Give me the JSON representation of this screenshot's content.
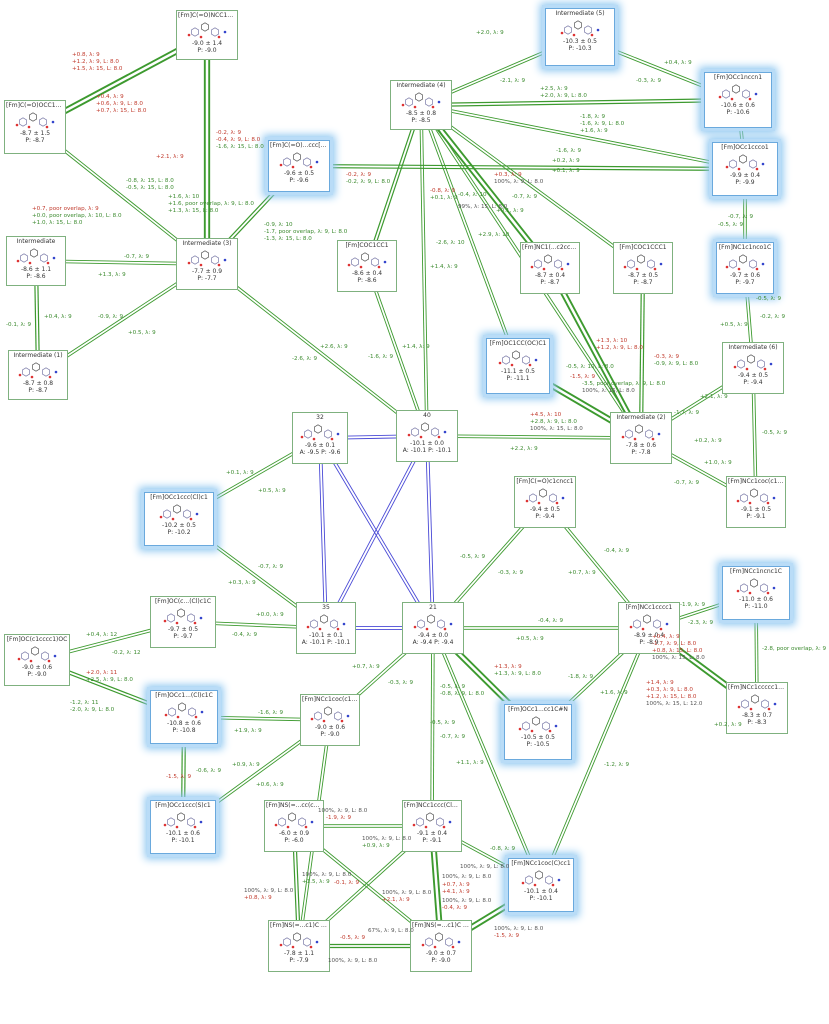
{
  "colors": {
    "edge": "#3d9a2f",
    "edge_blue": "#4a4ad6",
    "highlight": "#8cc6f0",
    "gain": "#3b8a2e",
    "loss": "#c0392b",
    "note": "#555555"
  },
  "nodes": [
    {
      "id": "n_top",
      "title": "[Fm]C(=O)NCC1CC1",
      "v1": "-9.0  ± 1.4",
      "v2": "P: -9.0",
      "hl": false
    },
    {
      "id": "n_int4",
      "title": "Intermediate (4)",
      "v1": "-8.5  ± 0.8",
      "v2": "P: -8.5",
      "hl": false
    },
    {
      "id": "n_int5",
      "title": "Intermediate (5)",
      "v1": "-10.3  ± 0.5",
      "v2": "P: -10.3",
      "hl": true
    },
    {
      "id": "n_cooc",
      "title": "[Fm]C(=O)OCC1CC1",
      "v1": "-8.7  ± 1.5",
      "v2": "P: -8.7",
      "hl": false
    },
    {
      "id": "n_occnn",
      "title": "[Fm]OCc1nccn1",
      "v1": "-10.6  ± 0.6",
      "v2": "P: -10.6",
      "hl": true
    },
    {
      "id": "n_ccc1",
      "title": "[Fm]C(=O)...ccc[nH]1",
      "v1": "-9.6  ± 0.5",
      "v2": "P: -9.6",
      "hl": true
    },
    {
      "id": "n_occ1",
      "title": "[Fm]OCc1ccco1",
      "v1": "-9.9  ± 0.4",
      "v2": "P: -9.9",
      "hl": true
    },
    {
      "id": "n_int_l",
      "title": "Intermediate",
      "v1": "-8.6  ± 1.1",
      "v2": "P: -8.6",
      "hl": false
    },
    {
      "id": "n_int3",
      "title": "Intermediate (3)",
      "v1": "-7.7  ± 0.9",
      "v2": "P: -7.7",
      "hl": false
    },
    {
      "id": "n_cocc",
      "title": "[Fm]COC1CC1",
      "v1": "-8.6  ± 0.4",
      "v2": "P: -8.6",
      "hl": false
    },
    {
      "id": "n_nc1",
      "title": "[Fm]NC1(...c2ccccc2",
      "v1": "-8.7  ± 0.4",
      "v2": "P: -8.7",
      "hl": false
    },
    {
      "id": "n_coccc",
      "title": "[Fm]COC1CCC1",
      "v1": "-8.7  ± 0.5",
      "v2": "P: -8.7",
      "hl": false
    },
    {
      "id": "n_ncnn",
      "title": "[Fm]NC1c1nco1C",
      "v1": "-9.7  ± 0.6",
      "v2": "P: -9.7",
      "hl": true
    },
    {
      "id": "n_int1",
      "title": "Intermediate (1)",
      "v1": "-8.7  ± 0.8",
      "v2": "P: -8.7",
      "hl": false
    },
    {
      "id": "n_occc",
      "title": "[Fm]OC1CC(OC)C1",
      "v1": "-11.1  ± 0.5",
      "v2": "P: -11.1",
      "hl": true
    },
    {
      "id": "n_int6",
      "title": "Intermediate (6)",
      "v1": "-9.4  ± 0.5",
      "v2": "P: -9.4",
      "hl": false
    },
    {
      "id": "n_32",
      "title": "32",
      "v1": "-9.6  ± 0.1",
      "v2": "A: -9.5  P: -9.6",
      "hl": false
    },
    {
      "id": "n_40",
      "title": "40",
      "v1": "-10.1  ± 0.0",
      "v2": "A: -10.1  P: -10.1",
      "hl": false
    },
    {
      "id": "n_int2",
      "title": "Intermediate (2)",
      "v1": "-7.8  ± 0.6",
      "v2": "P: -7.8",
      "hl": false
    },
    {
      "id": "n_nccoc",
      "title": "[Fm]NCc1coc(c1)C",
      "v1": "-9.1  ± 0.5",
      "v2": "P: -9.1",
      "hl": false
    },
    {
      "id": "n_occc1",
      "title": "[Fm]OCc1ccc(Cl)c1",
      "v1": "-10.2  ± 0.5",
      "v2": "P: -10.2",
      "hl": true
    },
    {
      "id": "n_c_occ",
      "title": "[Fm]C(=O)c1cncc1",
      "v1": "-9.4  ± 0.5",
      "v2": "P: -9.4",
      "hl": false
    },
    {
      "id": "n_ncccc",
      "title": "[Fm]NCc1ncnc1C",
      "v1": "-11.0  ± 0.6",
      "v2": "P: -11.0",
      "hl": true
    },
    {
      "id": "n_occ2",
      "title": "[Fm]OC(c...(Cl)c1C",
      "v1": "-9.7  ± 0.5",
      "v2": "P: -9.7",
      "hl": false
    },
    {
      "id": "n_ocleft",
      "title": "[Fm]OC(c1cccc1)OC",
      "v1": "-9.0  ± 0.6",
      "v2": "P: -9.0",
      "hl": false
    },
    {
      "id": "n_35",
      "title": "35",
      "v1": "-10.1  ± 0.1",
      "v2": "A: -10.1  P: -10.1",
      "hl": false
    },
    {
      "id": "n_21",
      "title": "21",
      "v1": "-9.4  ± 0.0",
      "v2": "A: -9.4  P: -9.4",
      "hl": false
    },
    {
      "id": "n_nccc",
      "title": "[Fm]NCc1cccc1",
      "v1": "-8.9  ± 0.4",
      "v2": "P: -8.9",
      "hl": false
    },
    {
      "id": "n_nccoco",
      "title": "[Fm]NCc1ccccc1OC",
      "v1": "-8.3  ± 0.7",
      "v2": "P: -8.3",
      "hl": false
    },
    {
      "id": "n_occ1c",
      "title": "[Fm]OCc1...(Cl)c1C",
      "v1": "-10.8  ± 0.6",
      "v2": "P: -10.8",
      "hl": true
    },
    {
      "id": "n_nccocc",
      "title": "[Fm]NCc1coc(c1)C",
      "v1": "-9.0  ± 0.6",
      "v2": "P: -9.0",
      "hl": false
    },
    {
      "id": "n_occcn",
      "title": "[Fm]OCc1...cc1C#N",
      "v1": "-10.5  ± 0.5",
      "v2": "P: -10.5",
      "hl": true
    },
    {
      "id": "n_occcs",
      "title": "[Fm]OCc1ccc(S)c1",
      "v1": "-10.1  ± 0.6",
      "v2": "P: -10.1",
      "hl": true
    },
    {
      "id": "n_ns",
      "title": "[Fm]NS(=...cc(cc1)C",
      "v1": "-6.0  ± 0.9",
      "v2": "P: -6.0",
      "hl": false
    },
    {
      "id": "n_nccl",
      "title": "[Fm]NCc1ccc(Cl)cc1",
      "v1": "-9.1  ± 0.4",
      "v2": "P: -9.1",
      "hl": false
    },
    {
      "id": "n_nccoc2",
      "title": "[Fm]NCc1coc(C)cc1",
      "v1": "-10.1  ± 0.4",
      "v2": "P: -10.1",
      "hl": true
    },
    {
      "id": "n_ns1",
      "title": "[Fm]NS(=...c1)C (1)",
      "v1": "-7.8  ± 1.1",
      "v2": "P: -7.9",
      "hl": false
    },
    {
      "id": "n_ns2",
      "title": "[Fm]NS(=...c1)C (2)",
      "v1": "-9.0  ± 0.7",
      "v2": "P: -9.0",
      "hl": false
    }
  ],
  "labels": [
    {
      "c": "g",
      "t": "+2.0, λ: 9"
    },
    {
      "c": "g",
      "t": "+0.4, λ: 9"
    },
    {
      "c": "g",
      "t": "-2.1, λ: 9"
    },
    {
      "c": "g",
      "t": "-0.3, λ: 9"
    },
    {
      "c": "r",
      "t": "+0.8, λ: 9"
    },
    {
      "c": "r",
      "t": "+1.2, λ: 9, L: 8.0"
    },
    {
      "c": "r",
      "t": "+1.5, λ: 15, L: 8.0"
    },
    {
      "c": "g",
      "t": "+2.5, λ: 9"
    },
    {
      "c": "g",
      "t": "+2.0, λ: 9, L: 8.0"
    },
    {
      "c": "r",
      "t": "+0.4, λ: 9"
    },
    {
      "c": "r",
      "t": "+0.6, λ: 9, L: 8.0"
    },
    {
      "c": "r",
      "t": "+0.7, λ: 15, L: 8.0"
    },
    {
      "c": "g",
      "t": "-1.8, λ: 9"
    },
    {
      "c": "g",
      "t": "-1.6, λ: 9, L: 8.0"
    },
    {
      "c": "g",
      "t": "+1.6, λ: 9"
    },
    {
      "c": "r",
      "t": "-0.2, λ: 9"
    },
    {
      "c": "r",
      "t": "-0.4, λ: 9, L: 8.0"
    },
    {
      "c": "g",
      "t": "-1.6, λ: 15, L: 8.0"
    },
    {
      "c": "g",
      "t": "-1.6, λ: 9"
    },
    {
      "c": "r",
      "t": "+2.1, λ: 9"
    },
    {
      "c": "g",
      "t": "+0.2, λ: 9"
    },
    {
      "c": "g",
      "t": "+0.1, λ: 9"
    },
    {
      "c": "g",
      "t": "-0.8, λ: 15, L: 8.0"
    },
    {
      "c": "g",
      "t": "-0.5, λ: 15, L: 8.0"
    },
    {
      "c": "r",
      "t": "-0.2, λ: 9"
    },
    {
      "c": "g",
      "t": "-0.2, λ: 9, L: 8.0"
    },
    {
      "c": "r",
      "t": "+0.3, λ: 9"
    },
    {
      "c": "k",
      "t": "100%, λ: 9, L: 8.0"
    },
    {
      "c": "g",
      "t": "+1.6, λ: 10"
    },
    {
      "c": "g",
      "t": "+1.6, poor overlap, λ: 9, L: 8.0"
    },
    {
      "c": "g",
      "t": "+1.3, λ: 15, L: 8.0"
    },
    {
      "c": "r",
      "t": "-0.8, λ: 9"
    },
    {
      "c": "g",
      "t": "+0.1, λ: 9"
    },
    {
      "c": "g",
      "t": "-0.4, λ: 10"
    },
    {
      "c": "g",
      "t": "-0.7, λ: 9"
    },
    {
      "c": "k",
      "t": "99%, λ: 15, L: 8.0"
    },
    {
      "c": "g",
      "t": "-0.7, λ: 9"
    },
    {
      "c": "g",
      "t": "-0.5, λ: 9"
    },
    {
      "c": "r",
      "t": "+0.7, poor overlap, λ: 9"
    },
    {
      "c": "g",
      "t": "+0.0, poor overlap, λ: 10, L: 8.0"
    },
    {
      "c": "g",
      "t": "+1.0, λ: 15, L: 8.0"
    },
    {
      "c": "g",
      "t": "-0.9, λ: 10"
    },
    {
      "c": "g",
      "t": "-1.7, poor overlap, λ: 9, L: 8.0"
    },
    {
      "c": "g",
      "t": "-1.3, λ: 15, L: 8.0"
    },
    {
      "c": "g",
      "t": "-2.6, λ: 10"
    },
    {
      "c": "g",
      "t": "+2.9, λ: 10"
    },
    {
      "c": "g",
      "t": "+0.1, λ: 9"
    },
    {
      "c": "g",
      "t": "-0.7, λ: 9"
    },
    {
      "c": "g",
      "t": "+1.3, λ: 9"
    },
    {
      "c": "g",
      "t": "-0.5, λ: 9"
    },
    {
      "c": "g",
      "t": "+1.4, λ: 9"
    },
    {
      "c": "g",
      "t": "+0.5, λ: 9"
    },
    {
      "c": "g",
      "t": "-0.2, λ: 9"
    },
    {
      "c": "g",
      "t": "-0.1, λ: 9"
    },
    {
      "c": "g",
      "t": "+0.4, λ: 9"
    },
    {
      "c": "g",
      "t": "-0.9, λ: 9"
    },
    {
      "c": "g",
      "t": "+0.5, λ: 9"
    },
    {
      "c": "g",
      "t": "+2.6, λ: 9"
    },
    {
      "c": "g",
      "t": "-1.6, λ: 9"
    },
    {
      "c": "g",
      "t": "+1.4, λ: 9"
    },
    {
      "c": "g",
      "t": "-2.6, λ: 9"
    },
    {
      "c": "r",
      "t": "+1.3, λ: 10"
    },
    {
      "c": "r",
      "t": "+1.2, λ: 9, L: 8.0"
    },
    {
      "c": "g",
      "t": "-0.5, λ: 10, L: 8.0"
    },
    {
      "c": "r",
      "t": "-0.3, λ: 9"
    },
    {
      "c": "g",
      "t": "-0.9, λ: 9, L: 8.0"
    },
    {
      "c": "r",
      "t": "-1.5, λ: 9"
    },
    {
      "c": "g",
      "t": "-3.5, poor overlap, λ: 9, L: 8.0"
    },
    {
      "c": "k",
      "t": "100%, λ: 15, L: 8.0"
    },
    {
      "c": "g",
      "t": "+2.1, λ: 9"
    },
    {
      "c": "r",
      "t": "+4.5, λ: 10"
    },
    {
      "c": "g",
      "t": "+2.8, λ: 9, L: 8.0"
    },
    {
      "c": "k",
      "t": "100%, λ: 15, L: 8.0"
    },
    {
      "c": "g",
      "t": "+2.2, λ: 9"
    },
    {
      "c": "g",
      "t": "-1.7, λ: 9"
    },
    {
      "c": "g",
      "t": "-0.5, λ: 9"
    },
    {
      "c": "g",
      "t": "+0.2, λ: 9"
    },
    {
      "c": "g",
      "t": "+1.0, λ: 9"
    },
    {
      "c": "g",
      "t": "-0.7, λ: 9"
    },
    {
      "c": "g",
      "t": "+0.1, λ: 9"
    },
    {
      "c": "g",
      "t": "+0.5, λ: 9"
    },
    {
      "c": "g",
      "t": "-0.7, λ: 9"
    },
    {
      "c": "g",
      "t": "+0.3, λ: 9"
    },
    {
      "c": "g",
      "t": "-0.5, λ: 9"
    },
    {
      "c": "g",
      "t": "-0.3, λ: 9"
    },
    {
      "c": "g",
      "t": "-0.4, λ: 9"
    },
    {
      "c": "g",
      "t": "+0.7, λ: 9"
    },
    {
      "c": "g",
      "t": "+0.4, λ: 12"
    },
    {
      "c": "g",
      "t": "-0.2, λ: 12"
    },
    {
      "c": "g",
      "t": "+0.0, λ: 9"
    },
    {
      "c": "g",
      "t": "-0.4, λ: 9"
    },
    {
      "c": "g",
      "t": "-0.4, λ: 9"
    },
    {
      "c": "g",
      "t": "+0.5, λ: 9"
    },
    {
      "c": "g",
      "t": "-1.9, λ: 9"
    },
    {
      "c": "g",
      "t": "-2.3, λ: 9"
    },
    {
      "c": "g",
      "t": "-2.8, poor overlap, λ: 9"
    },
    {
      "c": "r",
      "t": "+2.0, λ: 11"
    },
    {
      "c": "g",
      "t": "+2.5, λ: 9, L: 8.0"
    },
    {
      "c": "r",
      "t": "+0.4, λ: 9"
    },
    {
      "c": "r",
      "t": "-1.7, λ: 9, L: 8.0"
    },
    {
      "c": "r",
      "t": "+0.8, λ: 15, L: 8.0"
    },
    {
      "c": "k",
      "t": "100%, λ: 15, L: 8.0"
    },
    {
      "c": "g",
      "t": "-1.2, λ: 11"
    },
    {
      "c": "g",
      "t": "-2.0, λ: 9, L: 8.0"
    },
    {
      "c": "g",
      "t": "+0.7, λ: 9"
    },
    {
      "c": "g",
      "t": "-0.3, λ: 9"
    },
    {
      "c": "r",
      "t": "+1.3, λ: 9"
    },
    {
      "c": "g",
      "t": "+1.3, λ: 9, L: 8.0"
    },
    {
      "c": "g",
      "t": "-0.5, λ: 9"
    },
    {
      "c": "g",
      "t": "-0.8, λ: 9, L: 8.0"
    },
    {
      "c": "g",
      "t": "-1.8, λ: 9"
    },
    {
      "c": "g",
      "t": "+1.6, λ: 9"
    },
    {
      "c": "r",
      "t": "+1.4, λ: 9"
    },
    {
      "c": "r",
      "t": "+0.3, λ: 9, L: 8.0"
    },
    {
      "c": "r",
      "t": "+1.2, λ: 15, L: 8.0"
    },
    {
      "c": "k",
      "t": "100%, λ: 15, L: 12.0"
    },
    {
      "c": "g",
      "t": "-1.6, λ: 9"
    },
    {
      "c": "g",
      "t": "+1.9, λ: 9"
    },
    {
      "c": "g",
      "t": "+0.2, λ: 9"
    },
    {
      "c": "g",
      "t": "-0.5, λ: 9"
    },
    {
      "c": "g",
      "t": "-0.7, λ: 9"
    },
    {
      "c": "g",
      "t": "+1.1, λ: 9"
    },
    {
      "c": "g",
      "t": "-1.2, λ: 9"
    },
    {
      "c": "g",
      "t": "+0.9, λ: 9"
    },
    {
      "c": "g",
      "t": "+0.6, λ: 9"
    },
    {
      "c": "g",
      "t": "-0.6, λ: 9"
    },
    {
      "c": "r",
      "t": "-1.5, λ: 9"
    },
    {
      "c": "k",
      "t": "100%, λ: 9, L: 8.0"
    },
    {
      "c": "r",
      "t": "-1.9, λ: 9"
    },
    {
      "c": "k",
      "t": "100%, λ: 9, L: 8.0"
    },
    {
      "c": "g",
      "t": "+0.9, λ: 9"
    },
    {
      "c": "g",
      "t": "-0.8, λ: 9"
    },
    {
      "c": "k",
      "t": "100%, λ: 9, L: 8.0"
    },
    {
      "c": "r",
      "t": "+0.7, λ: 9"
    },
    {
      "c": "k",
      "t": "100%, λ: 9, L: 8.0"
    },
    {
      "c": "r",
      "t": "+4.1, λ: 9"
    },
    {
      "c": "k",
      "t": "100%, λ: 9, L: 8.0"
    },
    {
      "c": "g",
      "t": "+1.5, λ: 9"
    },
    {
      "c": "r",
      "t": "-0.1, λ: 9"
    },
    {
      "c": "k",
      "t": "100%, λ: 9, L: 8.0"
    },
    {
      "c": "r",
      "t": "+0.8, λ: 9"
    },
    {
      "c": "k",
      "t": "100%, λ: 9, L: 8.0"
    },
    {
      "c": "r",
      "t": "+2.1, λ: 9"
    },
    {
      "c": "k",
      "t": "100%, λ: 9, L: 8.0"
    },
    {
      "c": "r",
      "t": "-0.4, λ: 9"
    },
    {
      "c": "k",
      "t": "67%, λ: 9, L: 8.0"
    },
    {
      "c": "r",
      "t": "-0.5, λ: 9"
    },
    {
      "c": "k",
      "t": "100%, λ: 9, L: 8.0"
    },
    {
      "c": "r",
      "t": "-1.5, λ: 9"
    },
    {
      "c": "k",
      "t": "100%, λ: 9, L: 8.0"
    }
  ]
}
